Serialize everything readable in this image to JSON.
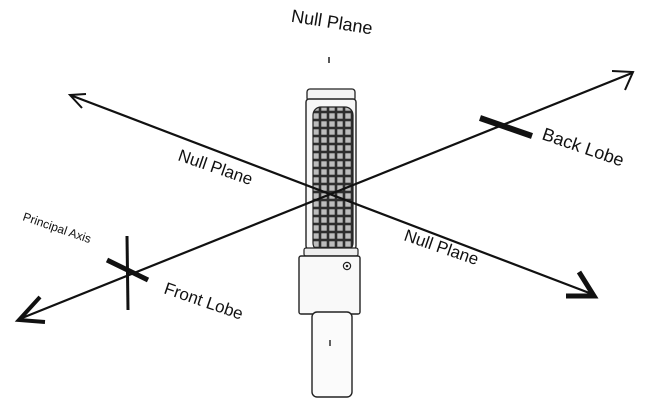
{
  "diagram": {
    "labels": {
      "null_plane_top": "Null Plane",
      "null_plane_left": "Null Plane",
      "null_plane_right": "Null Plane",
      "back_lobe": "Back Lobe",
      "front_lobe": "Front Lobe",
      "principal_axis": "Principal Axis"
    },
    "colors": {
      "line": "#111111",
      "mesh": "#333333",
      "body_fill": "#f7f7f7",
      "body_stroke": "#222222"
    }
  }
}
